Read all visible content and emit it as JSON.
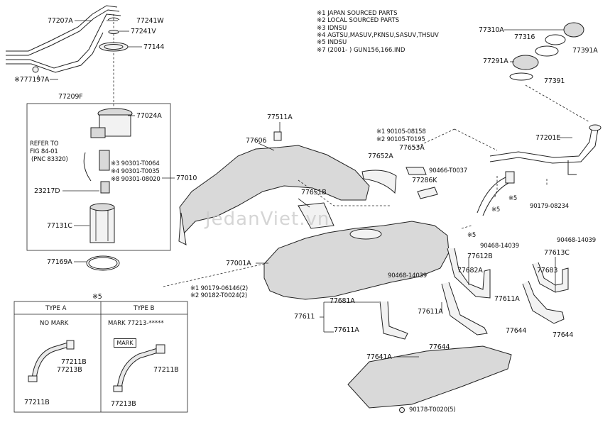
{
  "notes": [
    "※1 JAPAN SOURCED PARTS",
    "※2 LOCAL SOURCED PARTS",
    "※3 IDNSU",
    "※4 AGTSU,MASUV,PKNSU,SASUV,THSUV",
    "※5 INDSU",
    "※7 (2001-         ) GUN156,166.IND"
  ],
  "labels": {
    "p77207A": "77207A",
    "p77241W": "77241W",
    "p77241V": "77241V",
    "p77144": "77144",
    "p77197A": "※777197A",
    "p77209F": "77209F",
    "p77024A": "77024A",
    "refer": "REFER TO",
    "fig": "FIG 84-01",
    "pnc": "(PNC 83320)",
    "p90301_1": "※3 90301-T0064",
    "p90301_2": "※4 90301-T0035",
    "p90301_3": "※8 90301-08020",
    "p77010": "77010",
    "p23217D": "23217D",
    "p77131C": "77131C",
    "p77169A": "77169A",
    "s5_box": "※5",
    "typeA": "TYPE A",
    "typeB": "TYPE B",
    "nomark": "NO MARK",
    "mark77213": "MARK 77213-*****",
    "mark": "MARK",
    "a77211B": "77211B",
    "a77213B": "77213B",
    "a77211B_2": "77211B",
    "b77211B": "77211B",
    "b77213B": "77213B",
    "p77511A": "77511A",
    "p77606": "77606",
    "p77651B": "77651B",
    "p77001A": "77001A",
    "b90179": "※1 90179-06146(2)",
    "b90182": "※2 90182-T0024(2)",
    "p90105_1": "※1 90105-08158",
    "p90105_2": "※2 90105-T0195",
    "p77653A": "77653A",
    "p77652A": "77652A",
    "p90466": "90466-T0037",
    "p77286K": "77286K",
    "s5_a": "※5",
    "s5_b": "※5",
    "s5_c": "※5",
    "p77310A": "77310A",
    "p77316": "77316",
    "p77391A": "77391A",
    "p77291A": "77291A",
    "p77391": "77391",
    "p77201E": "77201E",
    "p90179_08234": "90179-08234",
    "p90468_1": "90468-14039",
    "p90468_2": "90468-14039",
    "p90468_3": "90468-14039",
    "p77612B": "77612B",
    "p77613C": "77613C",
    "p77682A": "77682A",
    "p77683": "77683",
    "p77681A": "77681A",
    "p77611": "77611",
    "p77611A_1": "77611A",
    "p77611A_2": "77611A",
    "p77611A_3": "77611A",
    "p77644_1": "77644",
    "p77644_2": "77644",
    "p77644_3": "77644",
    "p77641A": "77641A",
    "p90178": "90178-T0020(5)"
  },
  "watermark": "JedanViet.vn"
}
